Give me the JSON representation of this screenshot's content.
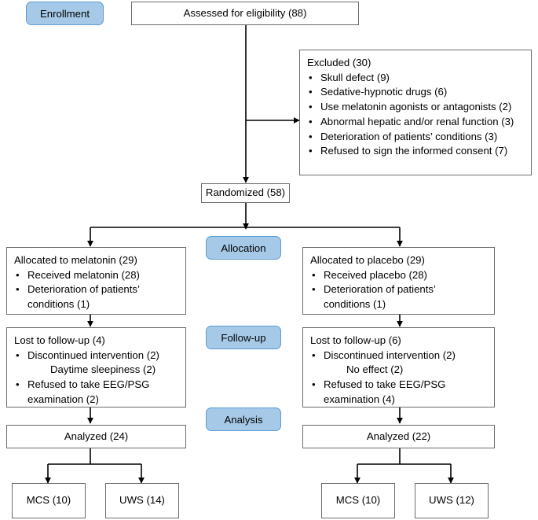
{
  "diagram": {
    "title": "CONSORT participant flow diagram",
    "accent_color": "#a6c9e7",
    "accent_border_color": "#5b9bd5",
    "box_border_color": "#6b6b6b",
    "connector_color": "#000000",
    "background_color": "#ffffff"
  },
  "stages": {
    "enrollment": "Enrollment",
    "allocation": "Allocation",
    "followup": "Follow-up",
    "analysis": "Analysis"
  },
  "enrollment": {
    "assessed": "Assessed for eligibility (88)",
    "excluded": {
      "title": "Excluded (30)",
      "reasons": [
        "Skull defect (9)",
        "Sedative-hypnotic drugs (6)",
        "Use melatonin agonists or antagonists (2)",
        "Abnormal hepatic and/or renal function (3)",
        "Deterioration of patients’ conditions (3)",
        "Refused to sign the informed consent (7)"
      ]
    },
    "randomized": "Randomized (58)"
  },
  "arms": {
    "left": {
      "allocation": {
        "title": "Allocated to melatonin (29)",
        "items": [
          {
            "text": "Received melatonin (28)",
            "style": "bulleted"
          },
          {
            "text": "Deterioration of patients’",
            "style": "bulleted"
          },
          {
            "text": "conditions (1)",
            "style": "cont"
          }
        ]
      },
      "followup": {
        "title": "Lost to follow-up (4)",
        "items": [
          {
            "text": "Discontinued intervention (2)",
            "style": "bulleted"
          },
          {
            "text": "Daytime sleepiness (2)",
            "style": "sub"
          },
          {
            "text": "Refused to take EEG/PSG",
            "style": "bulleted"
          },
          {
            "text": "examination (2)",
            "style": "cont"
          }
        ]
      },
      "analyzed": "Analyzed (24)",
      "outcomes": [
        "MCS (10)",
        "UWS (14)"
      ]
    },
    "right": {
      "allocation": {
        "title": "Allocated to placebo (29)",
        "items": [
          {
            "text": "Received placebo (28)",
            "style": "bulleted"
          },
          {
            "text": "Deterioration of patients’",
            "style": "bulleted"
          },
          {
            "text": "conditions (1)",
            "style": "cont"
          }
        ]
      },
      "followup": {
        "title": "Lost to follow-up (6)",
        "items": [
          {
            "text": "Discontinued intervention (2)",
            "style": "bulleted"
          },
          {
            "text": "No effect (2)",
            "style": "sub"
          },
          {
            "text": "Refused to take EEG/PSG",
            "style": "bulleted"
          },
          {
            "text": "examination (4)",
            "style": "cont"
          }
        ]
      },
      "analyzed": "Analyzed (22)",
      "outcomes": [
        "MCS (10)",
        "UWS (12)"
      ]
    }
  }
}
